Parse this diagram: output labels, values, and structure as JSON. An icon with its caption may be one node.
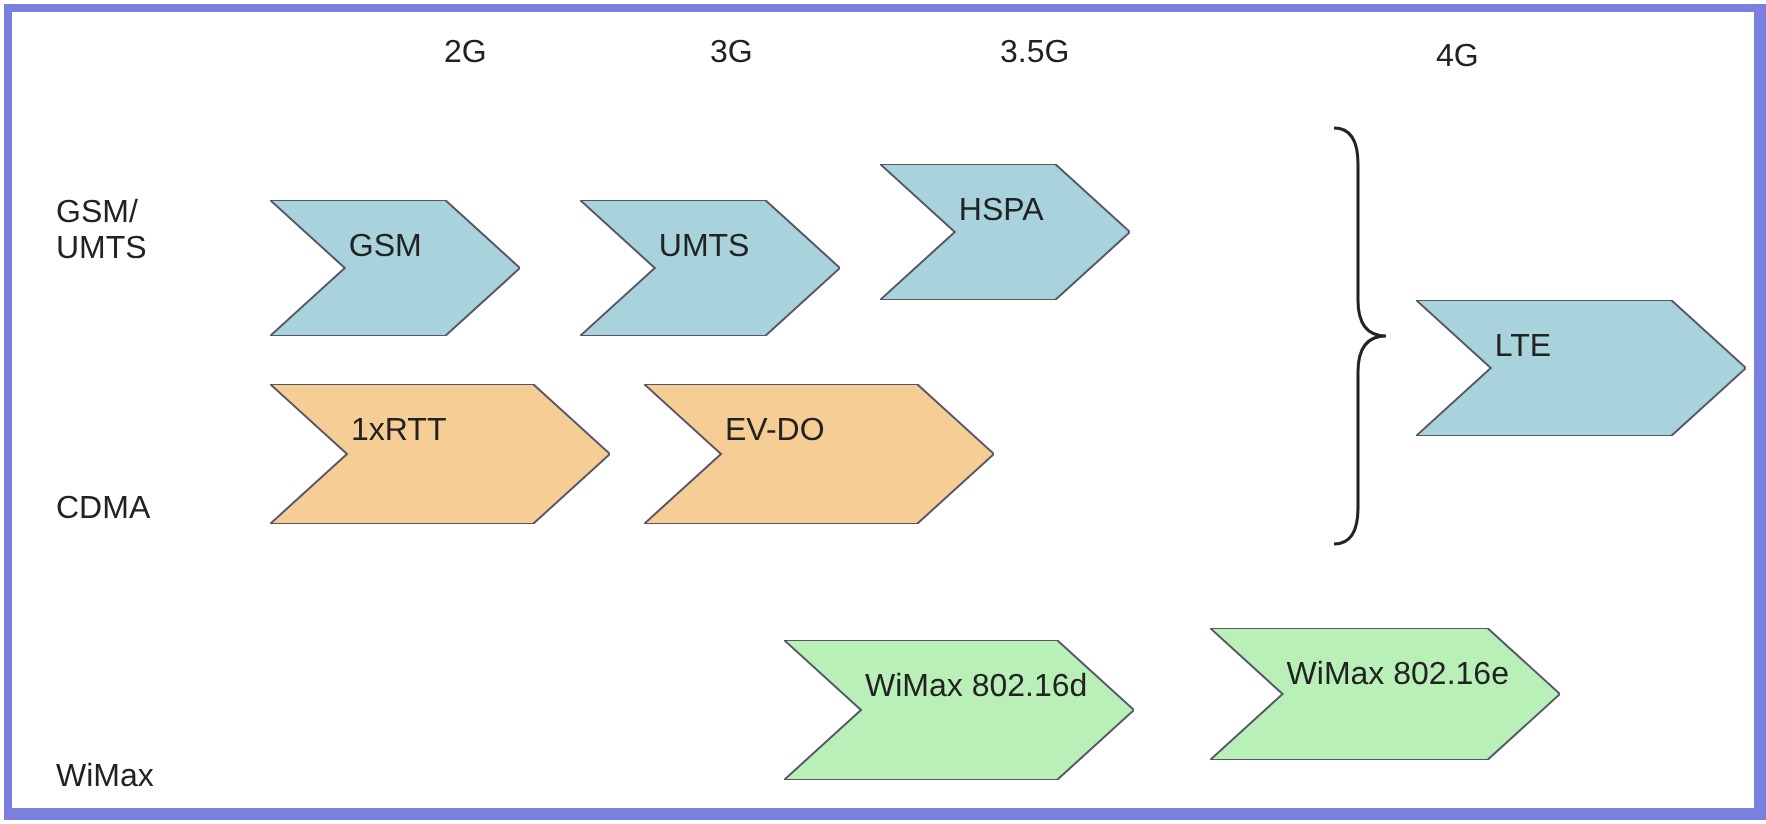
{
  "diagram": {
    "nodes": [
      {
        "text": [
          "GSM"
        ]
      },
      {
        "text": [
          "UMTS"
        ]
      },
      {
        "text": [
          "HSPA"
        ]
      },
      {
        "text": [
          "LTE"
        ]
      },
      {
        "text": [
          "1xRTT"
        ]
      },
      {
        "text": [
          "EV-DO"
        ]
      },
      {
        "text": [
          "WiMax 802.16d"
        ]
      },
      {
        "text": [
          "WiMax 802.16e"
        ]
      }
    ],
    "labels": [
      "2G",
      "3G",
      "3.5G",
      "4G",
      "GSM/ UMTS",
      "CDMA",
      "WiMax"
    ]
  }
}
